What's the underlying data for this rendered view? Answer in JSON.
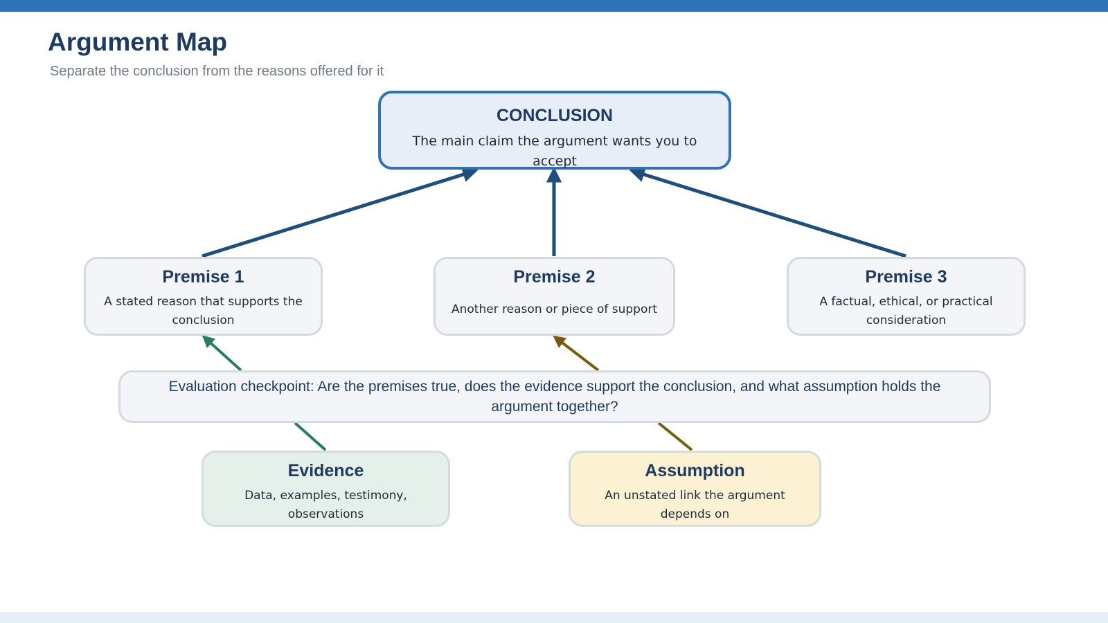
{
  "header": {
    "title": "Argument Map",
    "subtitle": "Separate the conclusion from the reasons offered for it"
  },
  "conclusion": {
    "title": "CONCLUSION",
    "text": "The main claim the argument wants you to accept"
  },
  "premises": [
    {
      "title": "Premise 1",
      "text": "A stated reason that supports the conclusion"
    },
    {
      "title": "Premise 2",
      "text": "Another reason or piece of support"
    },
    {
      "title": "Premise 3",
      "text": "A factual, ethical, or practical consideration"
    }
  ],
  "checkpoint": {
    "text": "Evaluation checkpoint: Are the premises true, does the evidence support the conclusion, and what assumption holds the argument together?"
  },
  "evidence": {
    "title": "Evidence",
    "text": "Data, examples, testimony, observations"
  },
  "assumption": {
    "title": "Assumption",
    "text": "An unstated link the argument depends on"
  },
  "colors": {
    "accent": "#2e73b5",
    "heading": "#1f3a5f",
    "evidence_arrow": "#2a7d5a",
    "assumption_arrow": "#7a5a10",
    "evidence_fill": "#e5f0ea",
    "assumption_fill": "#fdf1d4"
  }
}
